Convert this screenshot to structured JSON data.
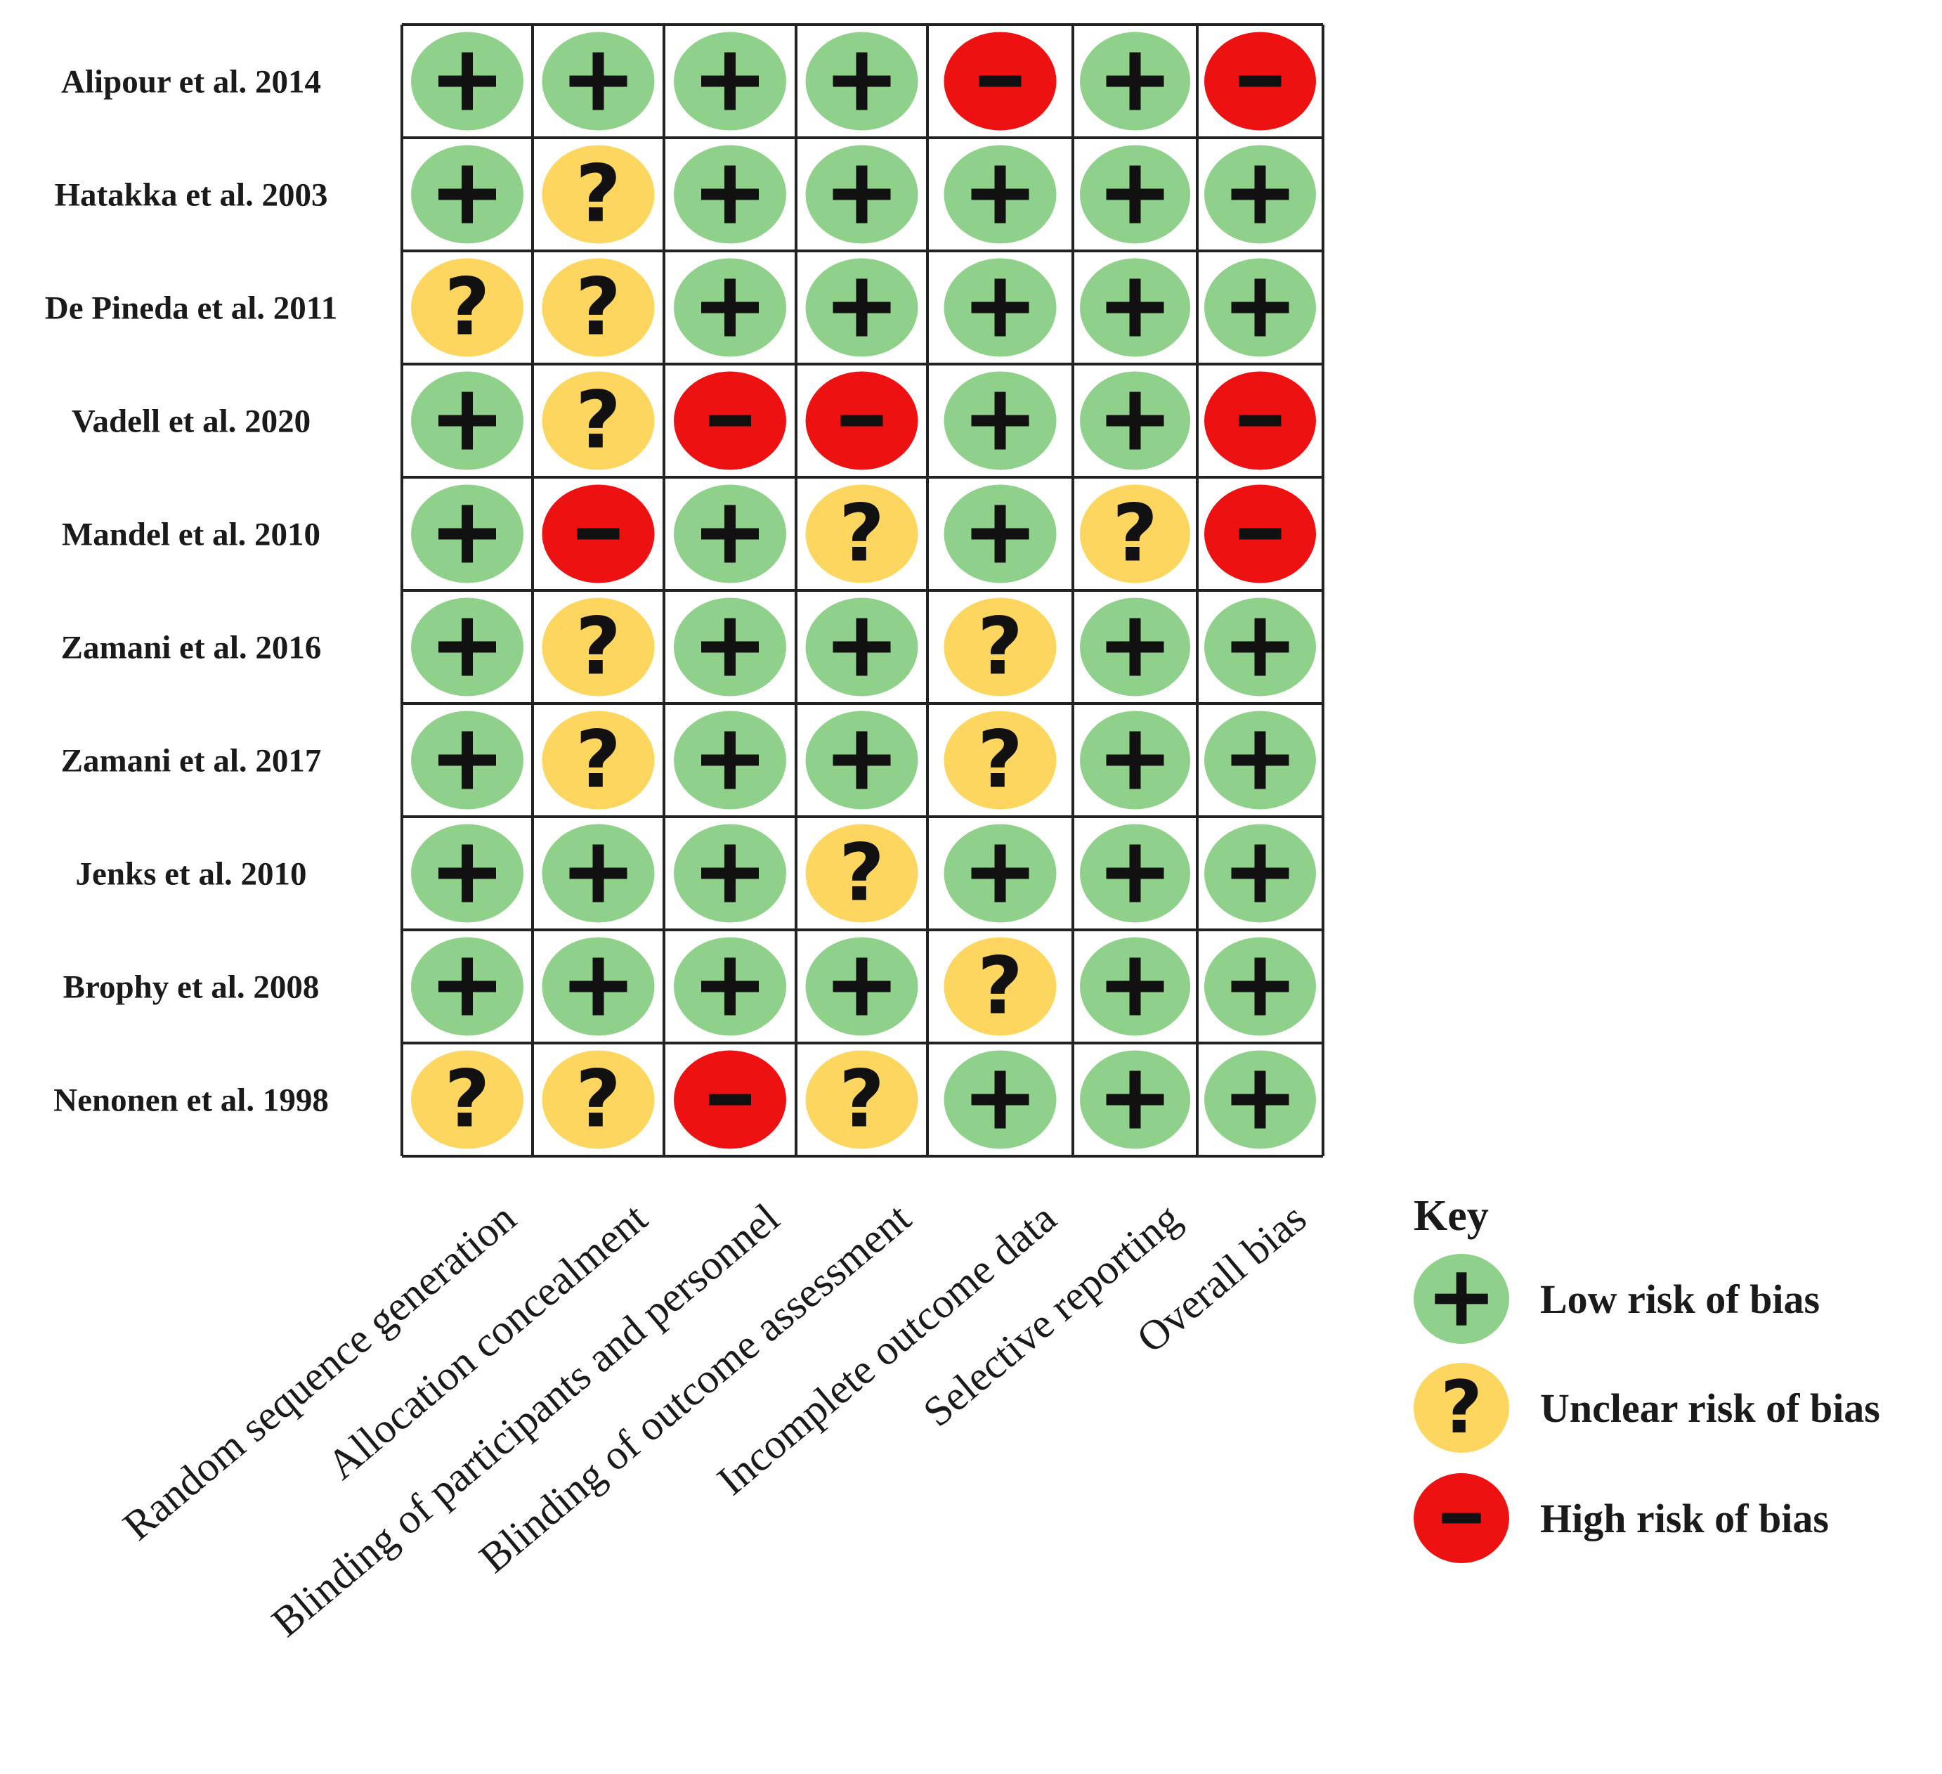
{
  "chart_data": {
    "type": "table",
    "rows": [
      "Alipour et al. 2014",
      "Hatakka  et al. 2003",
      "De Pineda et al. 2011",
      "Vadell et al. 2020",
      "Mandel et al. 2010",
      "Zamani et al. 2016",
      "Zamani et al. 2017",
      "Jenks et al. 2010",
      "Brophy et al. 2008",
      "Nenonen et al. 1998"
    ],
    "columns": [
      "Random sequence generation",
      "Allocation concealment",
      "Blinding of participants and personnel",
      "Blinding of outcome assessment",
      "Incomplete outcome data",
      "Selective reporting",
      "Overall bias"
    ],
    "cells": [
      [
        "low",
        "low",
        "low",
        "low",
        "high",
        "low",
        "high"
      ],
      [
        "low",
        "unclear",
        "low",
        "low",
        "low",
        "low",
        "low"
      ],
      [
        "unclear",
        "unclear",
        "low",
        "low",
        "low",
        "low",
        "low"
      ],
      [
        "low",
        "unclear",
        "high",
        "high",
        "low",
        "low",
        "high"
      ],
      [
        "low",
        "high",
        "low",
        "unclear",
        "low",
        "unclear",
        "high"
      ],
      [
        "low",
        "unclear",
        "low",
        "low",
        "unclear",
        "low",
        "low"
      ],
      [
        "low",
        "unclear",
        "low",
        "low",
        "unclear",
        "low",
        "low"
      ],
      [
        "low",
        "low",
        "low",
        "unclear",
        "low",
        "low",
        "low"
      ],
      [
        "low",
        "low",
        "low",
        "low",
        "unclear",
        "low",
        "low"
      ],
      [
        "unclear",
        "unclear",
        "high",
        "unclear",
        "low",
        "low",
        "low"
      ]
    ],
    "legend": {
      "title": "Key",
      "placement": "bottom-right",
      "entries": [
        {
          "level": "low",
          "label": "Low risk of bias"
        },
        {
          "level": "unclear",
          "label": "Unclear risk of bias"
        },
        {
          "level": "high",
          "label": "High risk of bias"
        }
      ]
    },
    "levels": {
      "low": {
        "symbol": "+",
        "color": "#8fd18a",
        "icon": "plus-icon"
      },
      "unclear": {
        "symbol": "?",
        "color": "#fcd65e",
        "icon": "question-icon"
      },
      "high": {
        "symbol": "−",
        "color": "#ee1111",
        "icon": "minus-icon"
      }
    }
  }
}
